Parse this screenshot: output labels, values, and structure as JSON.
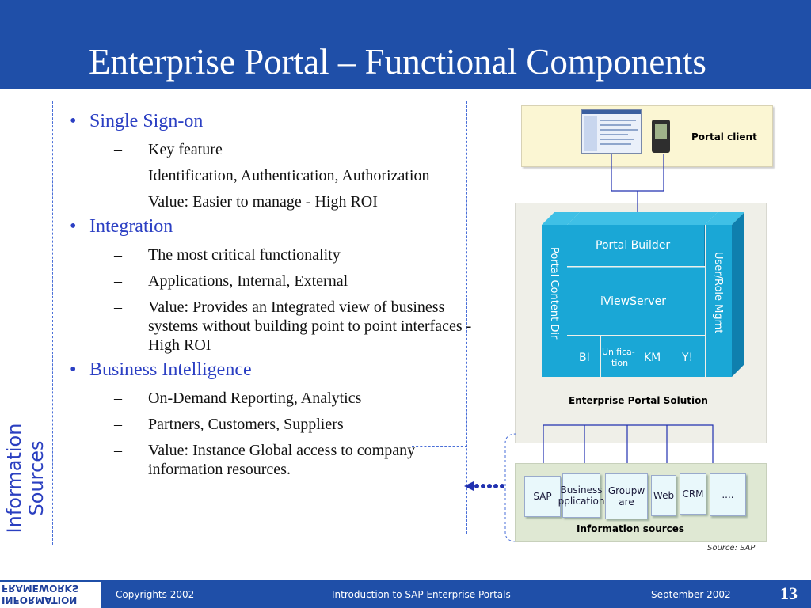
{
  "slide": {
    "title": "Enterprise Portal – Functional Components",
    "side_label_line1": "Information",
    "side_label_line2": "Sources"
  },
  "bullets": [
    {
      "heading": "Single Sign-on",
      "items": [
        "Key feature",
        "Identification, Authentication, Authorization",
        "Value: Easier to manage - High ROI"
      ]
    },
    {
      "heading": "Integration",
      "items": [
        "The most critical functionality",
        "Applications, Internal, External",
        "Value: Provides an Integrated view of business systems without building point to point interfaces - High ROI"
      ]
    },
    {
      "heading": "Business Intelligence",
      "items": [
        "On-Demand Reporting, Analytics",
        "Partners, Customers, Suppliers",
        "Value: Instance Global access to company information resources."
      ]
    }
  ],
  "diagram": {
    "portal_client": "Portal client",
    "portal_builder": "Portal Builder",
    "iview_server": "iViewServer",
    "portal_content_dir": "Portal Content Dir",
    "user_role_mgmt": "User/Role Mgmt",
    "modules": {
      "bi": "BI",
      "unification_1": "Unifica-",
      "unification_2": "tion",
      "km": "KM",
      "yahoo": "Y!"
    },
    "enterprise_portal_solution": "Enterprise Portal Solution",
    "sources": {
      "sap": "SAP",
      "business_1": "Business",
      "business_2": "pplication",
      "groupware_1": "Groupw",
      "groupware_2": "are",
      "web": "Web",
      "crm": "CRM",
      "more": "...."
    },
    "information_sources": "Information sources",
    "source_credit": "Source: SAP"
  },
  "footer": {
    "logo_line1": "FRAMEWORKS",
    "logo_line2": "INFORMATION",
    "copyright": "Copyrights 2002",
    "course": "Introduction to SAP  Enterprise Portals",
    "date": "September  2002",
    "page": "13"
  },
  "colors": {
    "title_bar": "#1f4fa8",
    "bullet_heading": "#2b3fc3",
    "portal_block": "#1aa7d6"
  }
}
